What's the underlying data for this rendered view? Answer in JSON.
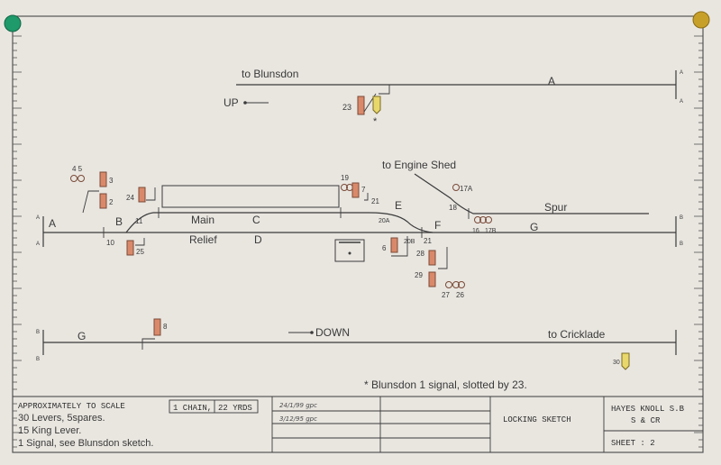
{
  "colors": {
    "paper": "#e9e6e0",
    "ink": "#3b3b3b",
    "lever_red": "#d9896a",
    "lever_yellow": "#e8d86b",
    "pin_green": "#1f9a6a",
    "pin_gold": "#c7a02a"
  },
  "labels": {
    "to_blunsdon": "to Blunsdon",
    "up": "UP",
    "to_engine_shed": "to Engine Shed",
    "spur": "Spur",
    "main": "Main",
    "relief": "Relief",
    "down": "DOWN",
    "to_cricklade": "to Cricklade",
    "footnote": "* Blunsdon 1 signal, slotted by 23.",
    "star": "*"
  },
  "track_letters": {
    "A_top": "A",
    "A_left": "A",
    "B": "B",
    "C": "C",
    "D": "D",
    "E": "E",
    "F": "F",
    "G_right": "G",
    "G_bottom": "G"
  },
  "edge_marks": {
    "a": "A",
    "b": "B"
  },
  "lever_numbers": {
    "n23": "23",
    "n45": "4 5",
    "n3": "3",
    "n2": "2",
    "n24": "24",
    "n11": "11",
    "n10": "10",
    "n25": "25",
    "n19": "19",
    "n7": "7",
    "n21a": "21",
    "n20a": "20A",
    "n6": "6",
    "n20b": "20B",
    "n21b": "21",
    "n17a": "17A",
    "n18": "18",
    "n16": "16",
    "n17b": "17B",
    "n28": "28",
    "n29": "29",
    "n27": "27",
    "n26": "26",
    "n8": "8",
    "n30": "30"
  },
  "title_block": {
    "scale_line1": "APPROXIMATELY TO SCALE",
    "scale_line2": "30 Levers, 5spares.",
    "scale_line3": "15 King Lever.",
    "scale_line4": "1 Signal, see Blunsdon sketch.",
    "chain": "1 CHAIN,",
    "yards": "22 YRDS",
    "date1": "24/1/99 gpc",
    "date2": "3/12/95 gpc",
    "locking": "LOCKING SKETCH",
    "box_name": "HAYES KNOLL S.B",
    "company": "S & CR",
    "sheet": "SHEET : 2"
  }
}
